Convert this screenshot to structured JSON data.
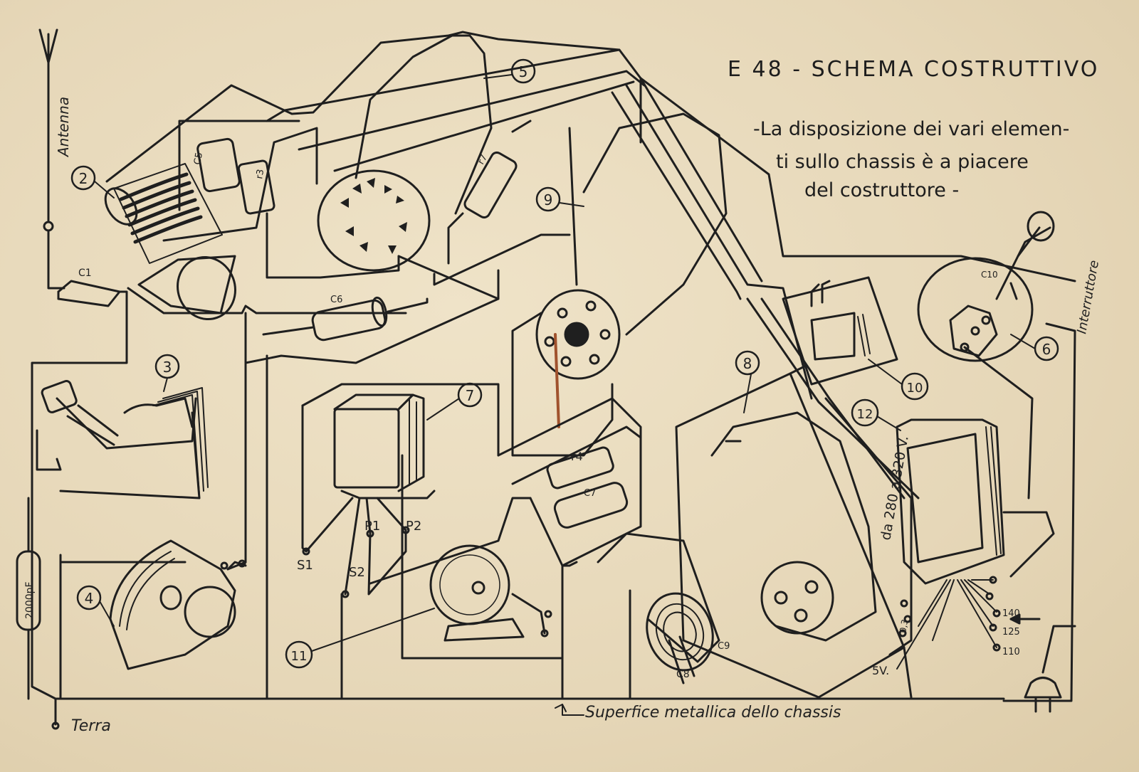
{
  "header": {
    "code": "E 48",
    "title": "- SCHEMA COSTRUTTIVO"
  },
  "note": {
    "line1": "-La disposizione dei vari elemen-",
    "line2": "ti sullo chassis è a piacere",
    "line3": "del costruttore -"
  },
  "labels": {
    "antenna": "Antenna",
    "terra": "Terra",
    "chassis": "Superfice metallica dello chassis",
    "interruttore": "Interruttore",
    "voltage": "da 280 a 320 V.",
    "cap_2000": "2000pF",
    "v5": "5V.",
    "tap_140": "140",
    "tap_125": "125",
    "tap_110": "110",
    "tap_0": "0,3",
    "s1": "S1",
    "s2": "S2",
    "p1": "P1",
    "p2": "P2",
    "c1": "C1",
    "c5": "C5",
    "c6": "C6",
    "c7": "C7",
    "c8": "C8",
    "c9": "C9",
    "r3": "r3",
    "r4": "r4",
    "r7": "r7",
    "c10": "C10"
  },
  "callouts": [
    {
      "id": "2",
      "label": "2"
    },
    {
      "id": "3",
      "label": "3"
    },
    {
      "id": "4",
      "label": "4"
    },
    {
      "id": "5",
      "label": "5"
    },
    {
      "id": "6",
      "label": "6"
    },
    {
      "id": "7",
      "label": "7"
    },
    {
      "id": "8",
      "label": "8"
    },
    {
      "id": "9",
      "label": "9"
    },
    {
      "id": "10",
      "label": "10"
    },
    {
      "id": "11",
      "label": "11"
    },
    {
      "id": "12",
      "label": "12"
    }
  ],
  "colors": {
    "ink": "#1f1f1f",
    "paper": "#e9dcc0",
    "accent": "#a0522d"
  }
}
